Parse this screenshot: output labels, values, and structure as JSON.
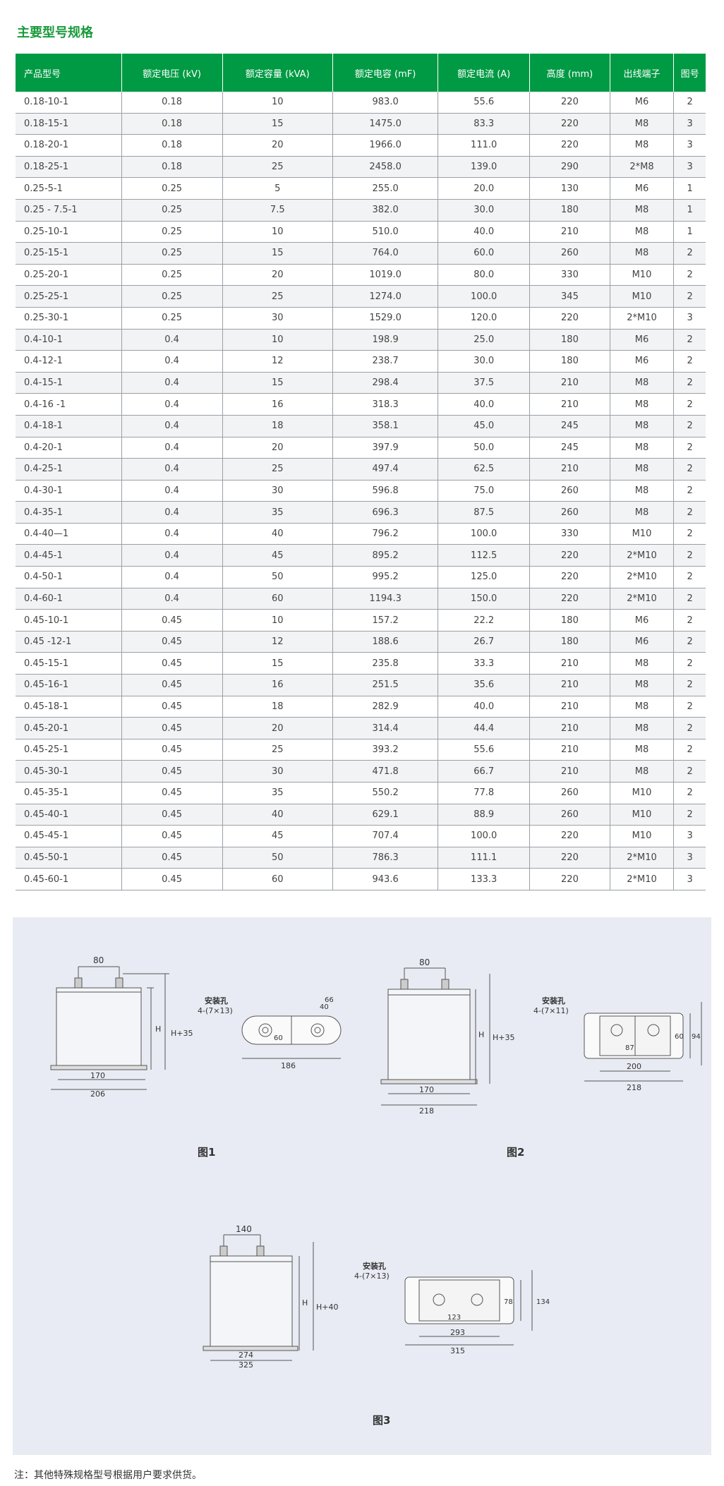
{
  "title": "主要型号规格",
  "table": {
    "headers": [
      "产品型号",
      "额定电压 (kV)",
      "额定容量 (kVA)",
      "额定电容 (mF)",
      "额定电流 (A)",
      "高度 (mm)",
      "出线端子",
      "图号"
    ],
    "rows": [
      [
        "0.18-10-1",
        "0.18",
        "10",
        "983.0",
        "55.6",
        "220",
        "M6",
        "2"
      ],
      [
        "0.18-15-1",
        "0.18",
        "15",
        "1475.0",
        "83.3",
        "220",
        "M8",
        "3"
      ],
      [
        "0.18-20-1",
        "0.18",
        "20",
        "1966.0",
        "111.0",
        "220",
        "M8",
        "3"
      ],
      [
        "0.18-25-1",
        "0.18",
        "25",
        "2458.0",
        "139.0",
        "290",
        "2*M8",
        "3"
      ],
      [
        "0.25-5-1",
        "0.25",
        "5",
        "255.0",
        "20.0",
        "130",
        "M6",
        "1"
      ],
      [
        "0.25 - 7.5-1",
        "0.25",
        "7.5",
        "382.0",
        "30.0",
        "180",
        "M8",
        "1"
      ],
      [
        "0.25-10-1",
        "0.25",
        "10",
        "510.0",
        "40.0",
        "210",
        "M8",
        "1"
      ],
      [
        "0.25-15-1",
        "0.25",
        "15",
        "764.0",
        "60.0",
        "260",
        "M8",
        "2"
      ],
      [
        "0.25-20-1",
        "0.25",
        "20",
        "1019.0",
        "80.0",
        "330",
        "M10",
        "2"
      ],
      [
        "0.25-25-1",
        "0.25",
        "25",
        "1274.0",
        "100.0",
        "345",
        "M10",
        "2"
      ],
      [
        "0.25-30-1",
        "0.25",
        "30",
        "1529.0",
        "120.0",
        "220",
        "2*M10",
        "3"
      ],
      [
        "0.4-10-1",
        "0.4",
        "10",
        "198.9",
        "25.0",
        "180",
        "M6",
        "2"
      ],
      [
        "0.4-12-1",
        "0.4",
        "12",
        "238.7",
        "30.0",
        "180",
        "M6",
        "2"
      ],
      [
        "0.4-15-1",
        "0.4",
        "15",
        "298.4",
        "37.5",
        "210",
        "M8",
        "2"
      ],
      [
        "0.4-16 -1",
        "0.4",
        "16",
        "318.3",
        "40.0",
        "210",
        "M8",
        "2"
      ],
      [
        "0.4-18-1",
        "0.4",
        "18",
        "358.1",
        "45.0",
        "245",
        "M8",
        "2"
      ],
      [
        "0.4-20-1",
        "0.4",
        "20",
        "397.9",
        "50.0",
        "245",
        "M8",
        "2"
      ],
      [
        "0.4-25-1",
        "0.4",
        "25",
        "497.4",
        "62.5",
        "210",
        "M8",
        "2"
      ],
      [
        "0.4-30-1",
        "0.4",
        "30",
        "596.8",
        "75.0",
        "260",
        "M8",
        "2"
      ],
      [
        "0.4-35-1",
        "0.4",
        "35",
        "696.3",
        "87.5",
        "260",
        "M8",
        "2"
      ],
      [
        "0.4-40—1",
        "0.4",
        "40",
        "796.2",
        "100.0",
        "330",
        "M10",
        "2"
      ],
      [
        "0.4-45-1",
        "0.4",
        "45",
        "895.2",
        "112.5",
        "220",
        "2*M10",
        "2"
      ],
      [
        "0.4-50-1",
        "0.4",
        "50",
        "995.2",
        "125.0",
        "220",
        "2*M10",
        "2"
      ],
      [
        "0.4-60-1",
        "0.4",
        "60",
        "1194.3",
        "150.0",
        "220",
        "2*M10",
        "2"
      ],
      [
        "0.45-10-1",
        "0.45",
        "10",
        "157.2",
        "22.2",
        "180",
        "M6",
        "2"
      ],
      [
        "0.45 -12-1",
        "0.45",
        "12",
        "188.6",
        "26.7",
        "180",
        "M6",
        "2"
      ],
      [
        "0.45-15-1",
        "0.45",
        "15",
        "235.8",
        "33.3",
        "210",
        "M8",
        "2"
      ],
      [
        "0.45-16-1",
        "0.45",
        "16",
        "251.5",
        "35.6",
        "210",
        "M8",
        "2"
      ],
      [
        "0.45-18-1",
        "0.45",
        "18",
        "282.9",
        "40.0",
        "210",
        "M8",
        "2"
      ],
      [
        "0.45-20-1",
        "0.45",
        "20",
        "314.4",
        "44.4",
        "210",
        "M8",
        "2"
      ],
      [
        "0.45-25-1",
        "0.45",
        "25",
        "393.2",
        "55.6",
        "210",
        "M8",
        "2"
      ],
      [
        "0.45-30-1",
        "0.45",
        "30",
        "471.8",
        "66.7",
        "210",
        "M8",
        "2"
      ],
      [
        "0.45-35-1",
        "0.45",
        "35",
        "550.2",
        "77.8",
        "260",
        "M10",
        "2"
      ],
      [
        "0.45-40-1",
        "0.45",
        "40",
        "629.1",
        "88.9",
        "260",
        "M10",
        "2"
      ],
      [
        "0.45-45-1",
        "0.45",
        "45",
        "707.4",
        "100.0",
        "220",
        "M10",
        "3"
      ],
      [
        "0.45-50-1",
        "0.45",
        "50",
        "786.3",
        "111.1",
        "220",
        "2*M10",
        "3"
      ],
      [
        "0.45-60-1",
        "0.45",
        "60",
        "943.6",
        "133.3",
        "220",
        "2*M10",
        "3"
      ]
    ]
  },
  "figures": [
    {
      "caption": "图1",
      "top_dim": "80",
      "height_label": "H",
      "height_plus_label": "H+35",
      "base_inner": "170",
      "base_outer": "206",
      "hole_label": "安装孔",
      "hole_spec": "4-(7×13)",
      "plan_width": "186",
      "plan_inner_h": "40",
      "plan_outer_h": "66",
      "plan_center": "60"
    },
    {
      "caption": "图2",
      "top_dim": "80",
      "height_label": "H",
      "height_plus_label": "H+35",
      "base_inner": "170",
      "base_outer": "218",
      "hole_label": "安装孔",
      "hole_spec": "4-(7×11)",
      "plan_inner_w": "200",
      "plan_outer_w": "218",
      "plan_inner_h": "60",
      "plan_outer_h": "94",
      "plan_center": "87"
    },
    {
      "caption": "图3",
      "top_dim": "140",
      "height_label": "H",
      "height_plus_label": "H+40",
      "base_inner": "274",
      "base_outer": "325",
      "hole_label": "安装孔",
      "hole_spec": "4-(7×13)",
      "plan_inner_w": "293",
      "plan_outer_w": "315",
      "plan_inner_h": "78",
      "plan_outer_h": "134",
      "plan_center": "123"
    }
  ],
  "note": "注：其他特殊规格型号根据用户要求供货。"
}
